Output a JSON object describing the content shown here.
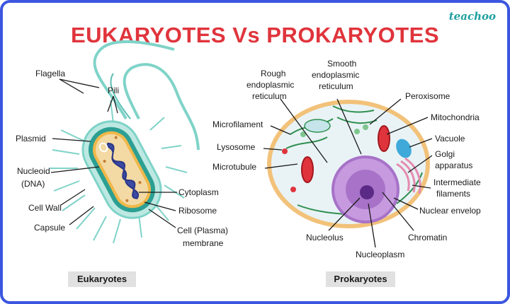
{
  "header": {
    "title": "EUKARYOTES Vs PROKARYOTES",
    "brand": "teachoo"
  },
  "captions": {
    "left": "Eukaryotes",
    "right": "Prokaryotes"
  },
  "labels": {
    "flagella": "Flagella",
    "pili": "Pili",
    "plasmid": "Plasmid",
    "nucleoid_1": "Nucleoid",
    "nucleoid_2": "(DNA)",
    "cell_wall": "Cell Wall",
    "capsule": "Capsule",
    "cytoplasm": "Cytoplasm",
    "ribosome": "Ribosome",
    "cell_membrane_1": "Cell (Plasma)",
    "cell_membrane_2": "membrane",
    "rough_er_1": "Rough",
    "rough_er_2": "endoplasmic",
    "rough_er_3": "reticulum",
    "smooth_er_1": "Smooth",
    "smooth_er_2": "endoplasmic",
    "smooth_er_3": "reticulum",
    "peroxisome": "Peroxisome",
    "mitochondria": "Mitochondria",
    "vacuole": "Vacuole",
    "golgi_1": "Golgi",
    "golgi_2": "apparatus",
    "intermediate_1": "Intermediate",
    "intermediate_2": "filaments",
    "nuclear_envelop": "Nuclear envelop",
    "chromatin": "Chromatin",
    "nucleoplasm": "Nucleoplasm",
    "nucleolus": "Nucleolus",
    "microfilament": "Microfilament",
    "lysosome": "Lysosome",
    "microtubule": "Microtubule"
  },
  "colors": {
    "frame": "#3c56e0",
    "title": "#e0343c",
    "brand": "#1fa0a0",
    "capsule": "#7fd3c8",
    "cell_wall": "#2c9f93",
    "bacterial_cytoplasm": "#f3d9a4",
    "nucleoid": "#3b4aa3",
    "cell_fill": "#e9f3f6",
    "cell_border": "#f2c27a",
    "nucleus": "#a772c8",
    "nucleolus": "#5a2a86",
    "mitochondria": "#e0343c",
    "vacuole": "#3fa9d9",
    "er": "#2f8f4f",
    "caption_bg": "#e1e1e1"
  }
}
